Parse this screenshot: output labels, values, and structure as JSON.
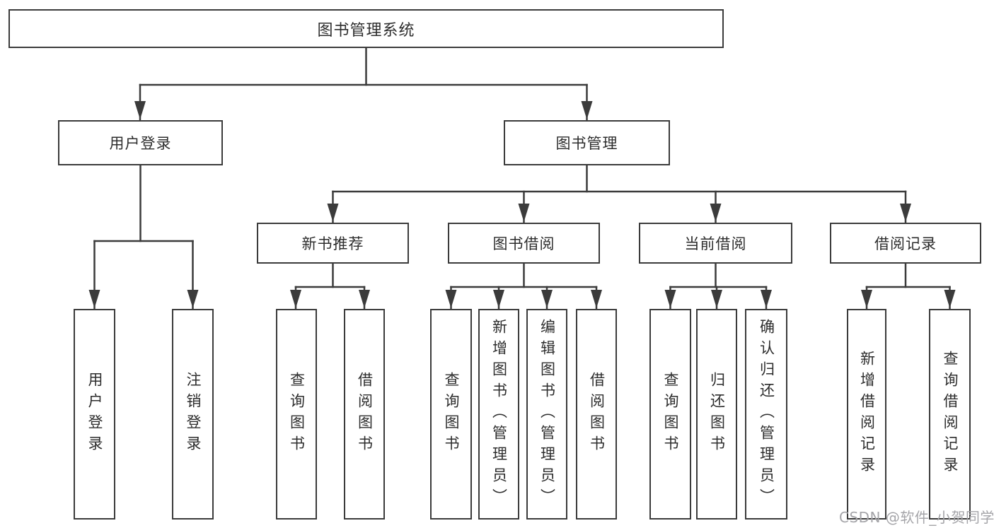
{
  "diagram_title": "图书管理系统",
  "nodes": {
    "root": {
      "label": "图书管理系统"
    },
    "user_login": {
      "label": "用户登录"
    },
    "book_mgmt": {
      "label": "图书管理"
    },
    "new_book": {
      "label": "新书推荐"
    },
    "book_borrow": {
      "label": "图书借阅"
    },
    "current_borrow": {
      "label": "当前借阅"
    },
    "borrow_record": {
      "label": "借阅记录"
    },
    "leaves": [
      {
        "label": "用户登录",
        "parent": "用户登录"
      },
      {
        "label": "注销登录",
        "parent": "用户登录"
      },
      {
        "label": "查询图书",
        "parent": "新书推荐"
      },
      {
        "label": "借阅图书",
        "parent": "新书推荐"
      },
      {
        "label": "查询图书",
        "parent": "图书借阅"
      },
      {
        "label": "新增图书（管理员）",
        "parent": "图书借阅"
      },
      {
        "label": "编辑图书（管理员）",
        "parent": "图书借阅"
      },
      {
        "label": "借阅图书",
        "parent": "图书借阅"
      },
      {
        "label": "查询图书",
        "parent": "当前借阅"
      },
      {
        "label": "归还图书",
        "parent": "当前借阅"
      },
      {
        "label": "确认归还（管理员）",
        "parent": "当前借阅"
      },
      {
        "label": "新增借阅记录",
        "parent": "借阅记录"
      },
      {
        "label": "查询借阅记录",
        "parent": "借阅记录"
      }
    ]
  },
  "watermark": {
    "text": "CSDN @软件_小贺同学"
  },
  "colors": {
    "line": "#3b3b3b",
    "text": "#2d2d2d",
    "watermark": "#a5a5a9",
    "background": "#ffffff"
  }
}
